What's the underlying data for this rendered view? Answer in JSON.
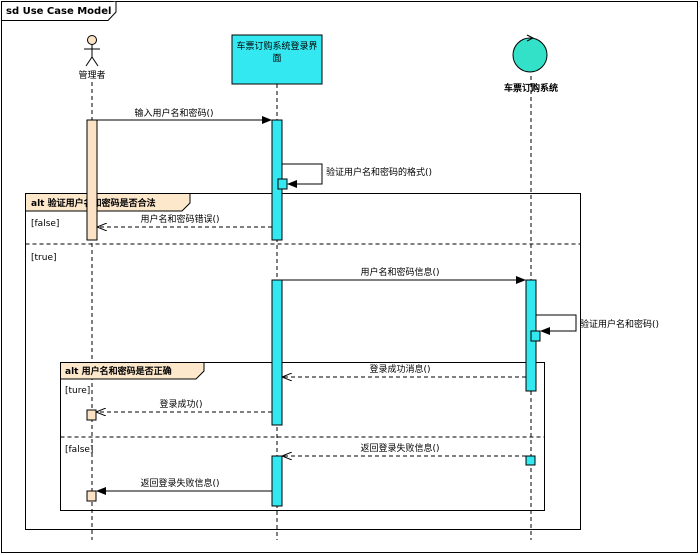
{
  "frame": {
    "title": "sd Use Case Model"
  },
  "lifelines": {
    "admin": {
      "name": "管理者",
      "kind": "actor"
    },
    "ui": {
      "name_line1": "车票订购系统登录界",
      "name_line2": "面",
      "kind": "boundary"
    },
    "system": {
      "name": "车票订购系统",
      "kind": "control"
    }
  },
  "fragments": {
    "outer": {
      "title": "alt 验证用户名和密码是否合法",
      "guard1": "[false]",
      "guard2": "[true]"
    },
    "inner": {
      "title": "alt 用户名和密码是否正确",
      "guard1": "[ture]",
      "guard2": "[false]"
    }
  },
  "messages": {
    "m1": "输入用户名和密码()",
    "m2": "验证用户名和密码的格式()",
    "m3": "用户名和密码错误()",
    "m4": "用户名和密码信息()",
    "m5": "验证用户名和密码()",
    "m6": "登录成功消息()",
    "m7": "登录成功()",
    "m8": "返回登录失败信息()",
    "m9": "返回登录失败信息()"
  },
  "colors": {
    "actor_activation": "#fde3c6",
    "activation": "#33e8f0",
    "boundary_fill": "#33e8f0",
    "control_fill": "#33e0c8",
    "fragment_tab": "#fde8cc",
    "line": "#000000"
  }
}
